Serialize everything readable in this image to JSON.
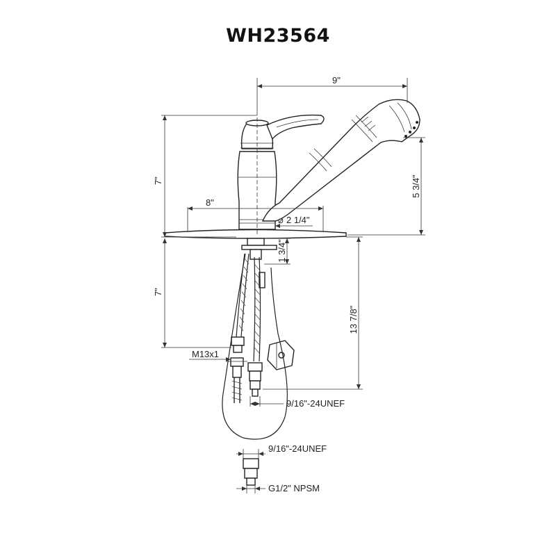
{
  "title": "WH23564",
  "dimensions": {
    "width_spout": "9\"",
    "height_top": "7\"",
    "spout_drop": "5 3/4\"",
    "reach": "8\"",
    "base_diameter": "2 1/4\"",
    "diameter_symbol": "⌀",
    "shank_length": "1 3/4\"",
    "below_deck": "7\"",
    "hose_length": "13 7/8\"",
    "metric_thread": "M13x1",
    "thread_upper": "9/16\"-24UNEF",
    "thread_lower": "9/16\"-24UNEF",
    "npsm": "G1/2\" NPSM"
  }
}
